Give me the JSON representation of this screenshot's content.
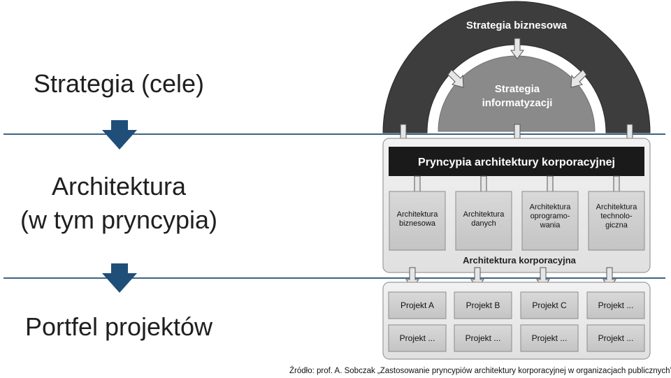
{
  "left_labels": {
    "strategia": "Strategia (cele)",
    "architektura_line1": "Architektura",
    "architektura_line2": "(w tym pryncypia)",
    "portfel": "Portfel projektów"
  },
  "diagram": {
    "arc_outer_title": "Strategia biznesowa",
    "arc_inner_line1": "Strategia",
    "arc_inner_line2": "informatyzacji",
    "principles_bar": "Pryncypia architektury korporacyjnej",
    "architectures": [
      {
        "lines": [
          "Architektura",
          "biznesowa"
        ]
      },
      {
        "lines": [
          "Architektura",
          "danych"
        ]
      },
      {
        "lines": [
          "Architektura",
          "oprogramo-",
          "wania"
        ]
      },
      {
        "lines": [
          "Architektura",
          "technolo-",
          "giczna"
        ]
      }
    ],
    "corporate_label": "Architektura korporacyjna",
    "projects_row1": [
      "Projekt A",
      "Projekt B",
      "Projekt C",
      "Projekt ..."
    ],
    "projects_row2": [
      "Projekt ...",
      "Projekt ...",
      "Projekt ...",
      "Projekt ..."
    ]
  },
  "source": "Źródło: prof. A. Sobczak „Zastosowanie pryncypiów architektury korporacyjnej w organizacjach publicznych”",
  "colors": {
    "line": "#3f6387",
    "arrow": "#1f4e79",
    "dark_arc": "#3d3d3d",
    "inner_arc": "#8a8a8a",
    "box": "#cfcfcf",
    "panel": "#e9e9e9"
  }
}
